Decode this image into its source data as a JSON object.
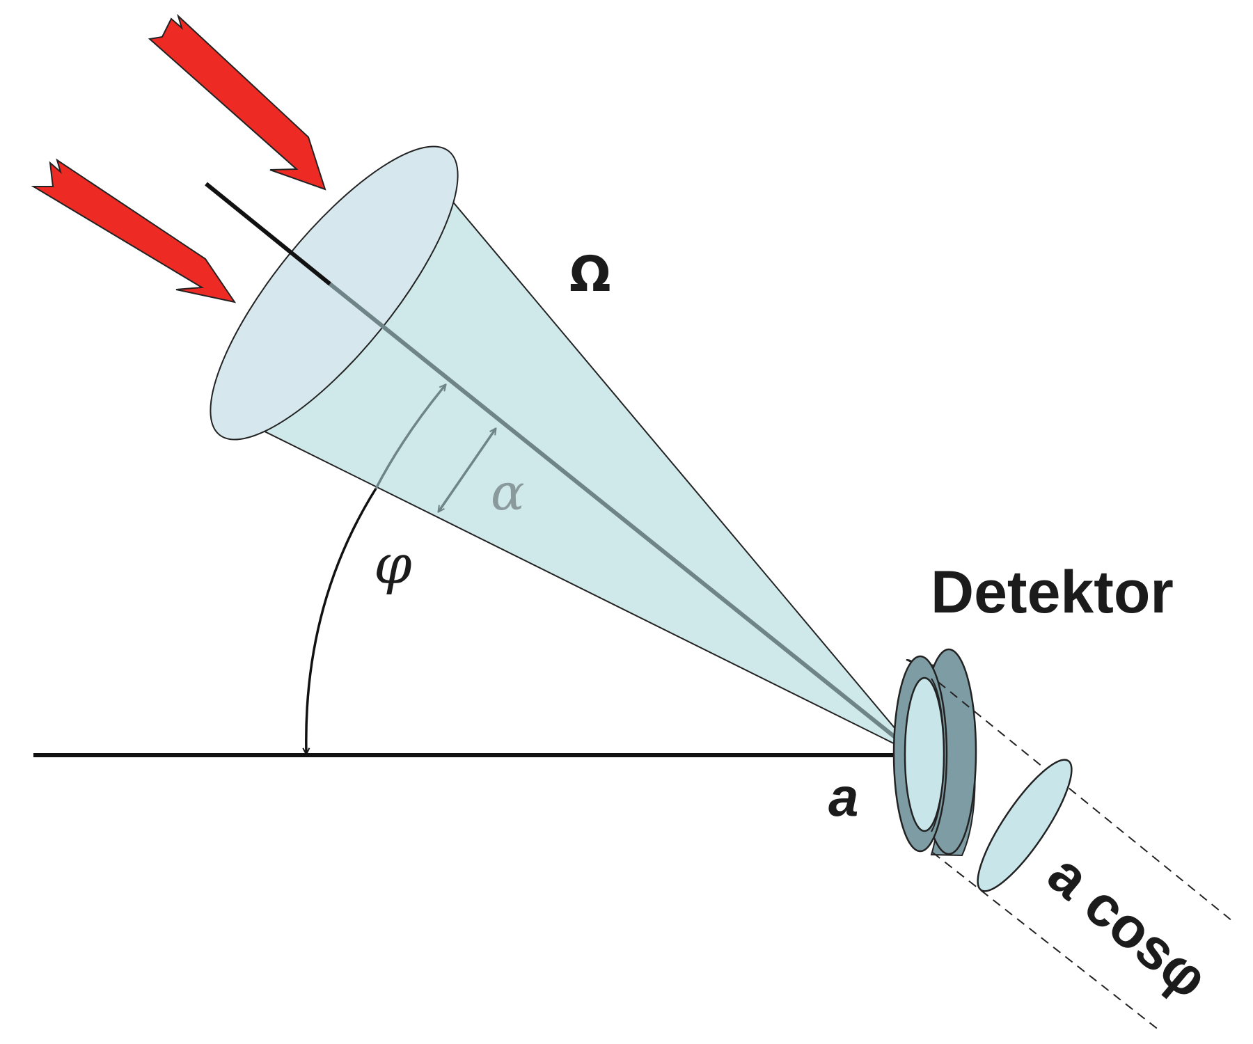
{
  "labels": {
    "omega": "Ω",
    "alpha": "α",
    "phi": "φ",
    "detector": "Detektor",
    "area": "a",
    "projected_area": "a cosφ"
  },
  "colors": {
    "background": "#ffffff",
    "cone_fill": "#cfe8ea",
    "cone_mouth_fill": "#d6e8ee",
    "arrow_red": "#ee2a24",
    "detector_ring": "#7e9ca3",
    "detector_face": "#c8e6ea",
    "axis_gray": "#6f8487",
    "alpha_gray": "#8a9a9c",
    "line_black": "#111111"
  },
  "icons": {
    "incoming_arrows": "red-arrow-icon",
    "detector": "detector-disc-icon"
  }
}
